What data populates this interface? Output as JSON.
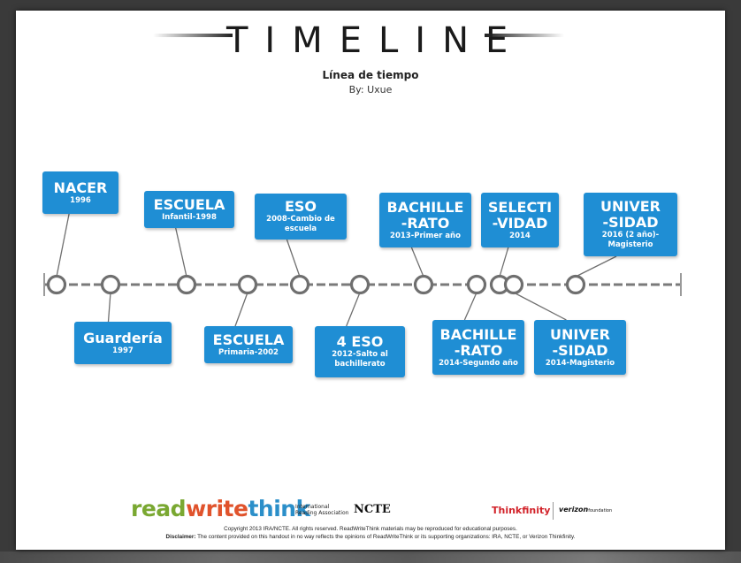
{
  "header": {
    "title": "TIMELINE",
    "subtitle": "Línea de tiempo",
    "author": "By: Uxue"
  },
  "events": [
    {
      "id": "nacer",
      "title": "NACER",
      "detail": "1996",
      "position": "above"
    },
    {
      "id": "guarderia",
      "title": "Guardería",
      "detail": "1997",
      "position": "below"
    },
    {
      "id": "escuela-infantil",
      "title": "ESCUELA",
      "detail": "Infantil-1998",
      "position": "above"
    },
    {
      "id": "escuela-primaria",
      "title": "ESCUELA",
      "detail": "Primaria-2002",
      "position": "below"
    },
    {
      "id": "eso",
      "title": "ESO",
      "detail": "2008-Cambio de escuela",
      "position": "above"
    },
    {
      "id": "4-eso",
      "title": "4 ESO",
      "detail": "2012-Salto al bachillerato",
      "position": "below"
    },
    {
      "id": "bachillerato-1",
      "title": "BACHILLE-RATO",
      "detail": "2013-Primer año",
      "position": "above"
    },
    {
      "id": "bachillerato-2",
      "title": "BACHILLE-RATO",
      "detail": "2014-Segundo año",
      "position": "below"
    },
    {
      "id": "selectividad",
      "title": "SELECTI-VIDAD",
      "detail": "2014",
      "position": "above"
    },
    {
      "id": "universidad-1",
      "title": "UNIVER-SIDAD",
      "detail": "2014-Magisterio",
      "position": "below"
    },
    {
      "id": "universidad-2",
      "title": "UNIVER-SIDAD",
      "detail": "2016 (2 año)-Magisterio",
      "position": "above"
    }
  ],
  "footer": {
    "logo_read": "read",
    "logo_write": "write",
    "logo_think": "think",
    "ira_line1": "International",
    "ira_line2": "Reading Association",
    "ncte": "NCTE",
    "thinkfinity": "Thinkfinity",
    "verizon": "verizon",
    "verizon_suffix": "foundation",
    "copyright": "Copyright 2013 IRA/NCTE. All rights reserved. ReadWriteThink materials may be reproduced for educational purposes.",
    "disclaimer_label": "Disclaimer:",
    "disclaimer_text": " The content provided on this handout in no way reflects the opinions of ReadWriteThink or its supporting organizations: IRA, NCTE, or Verizon Thinkfinity."
  },
  "colors": {
    "box": "#1f8ed4",
    "line": "#7a7a7a",
    "node": "#6f6f6f",
    "background": "#3a3a3a"
  }
}
